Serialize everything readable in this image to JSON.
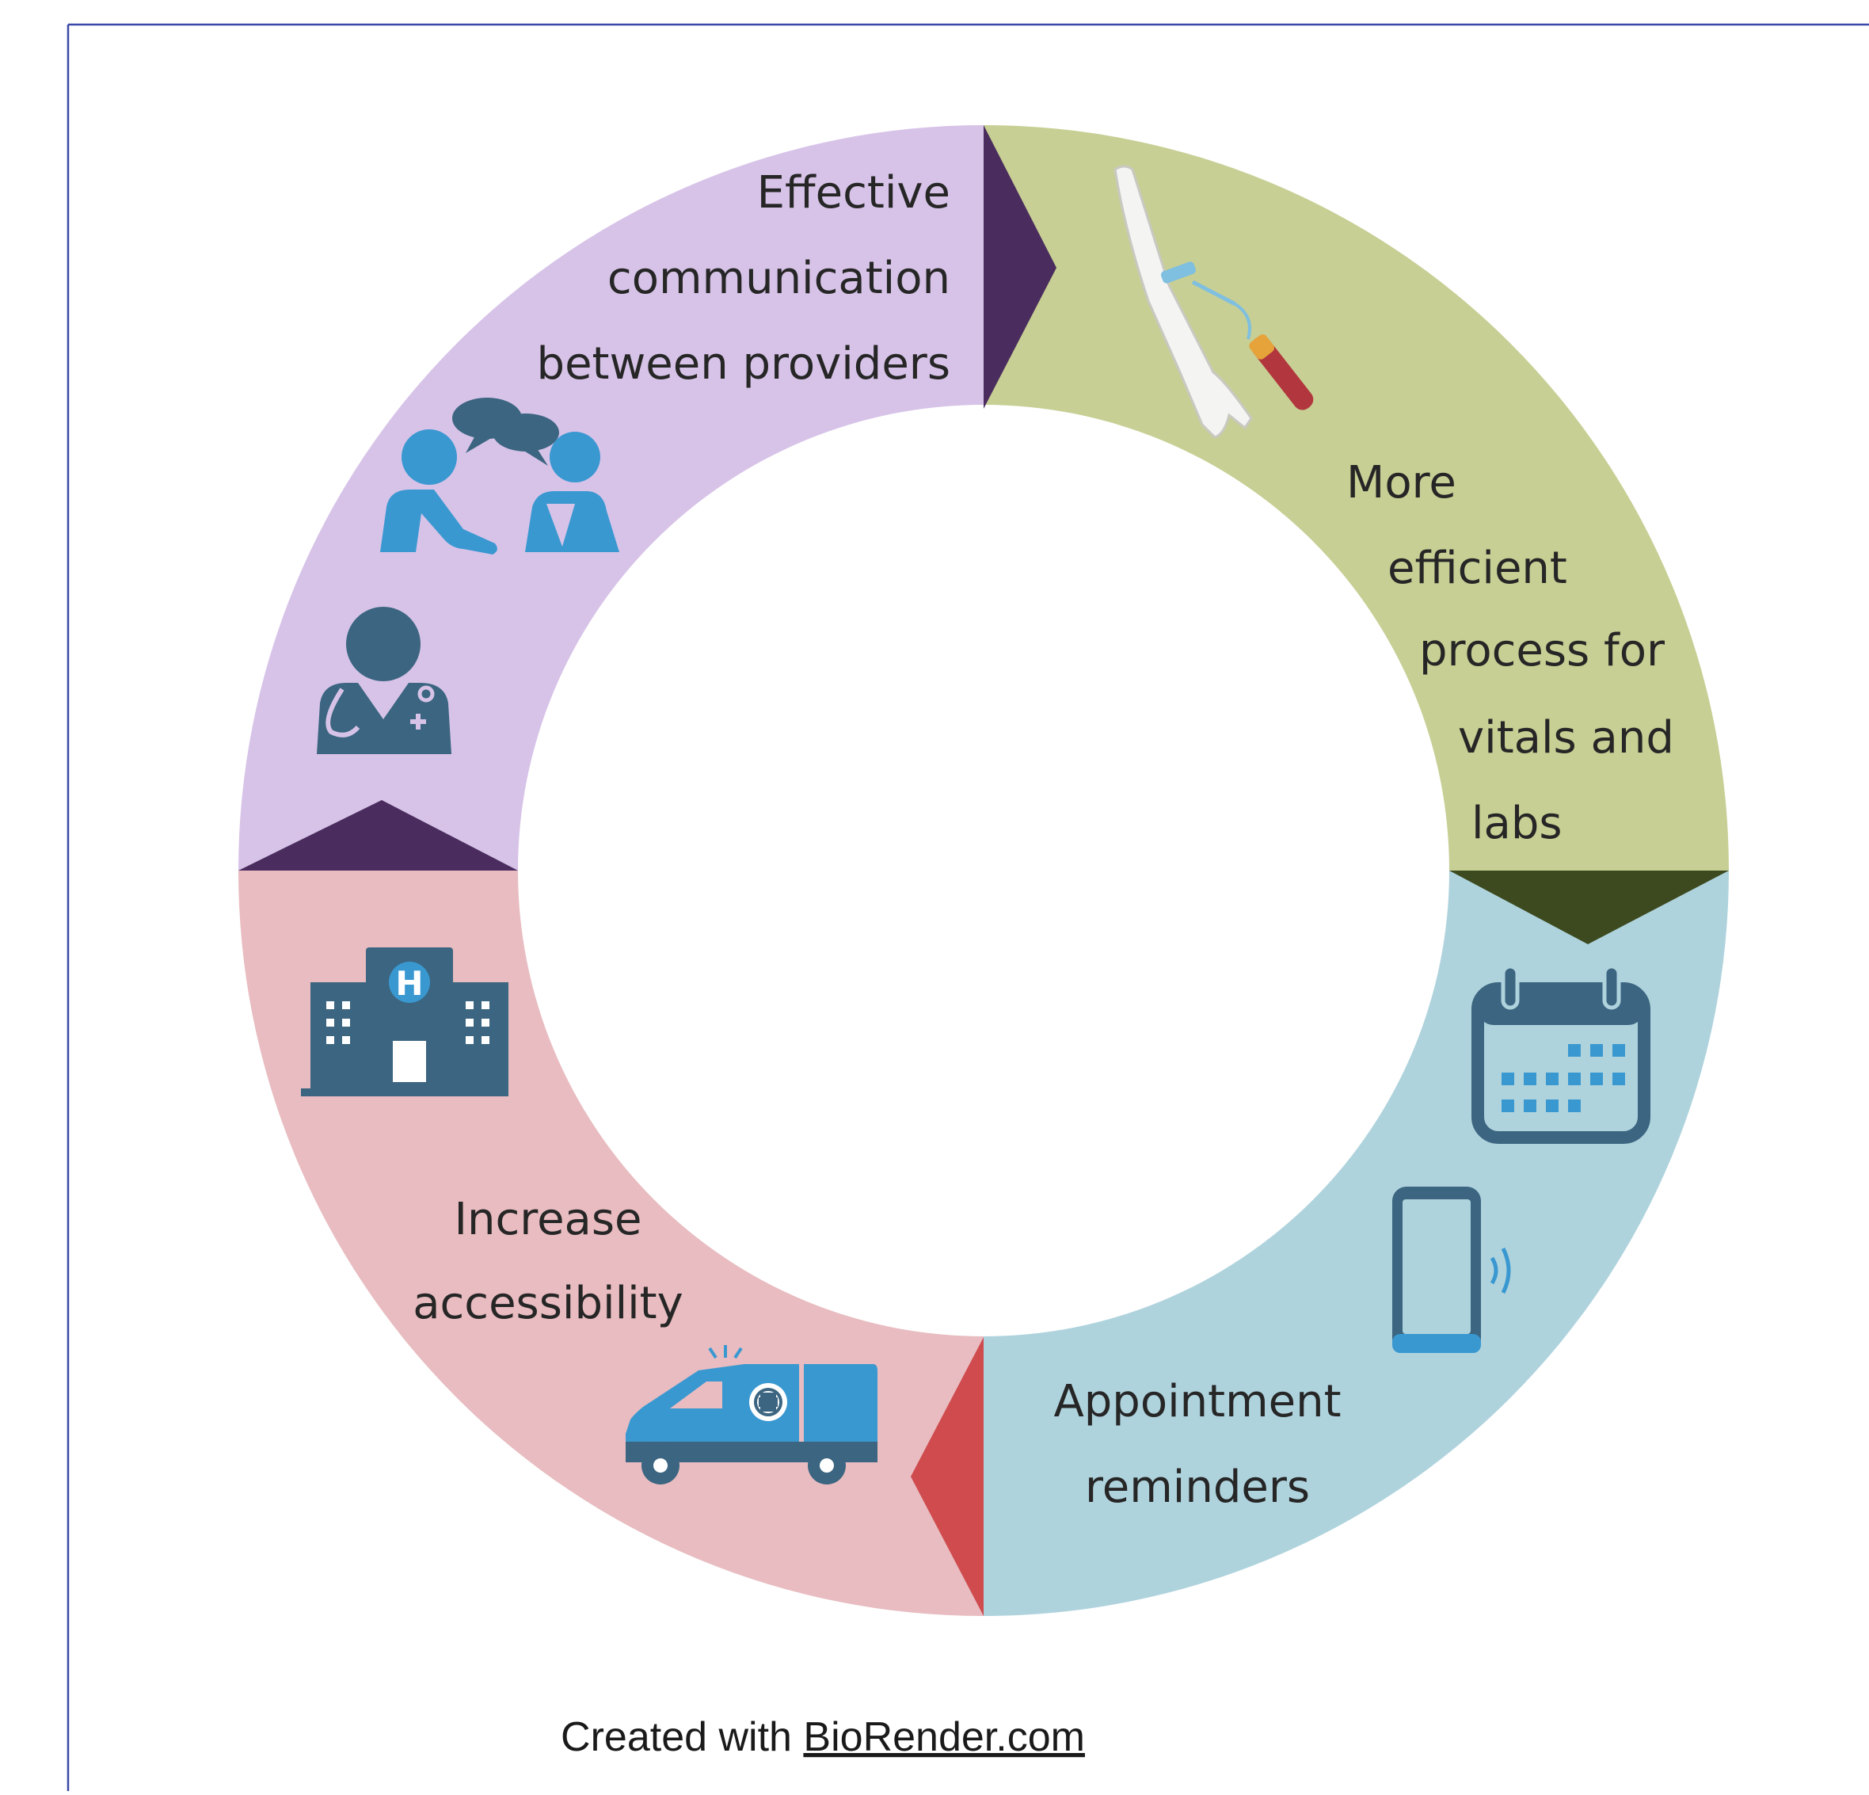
{
  "segments": [
    {
      "id": "communication",
      "lines": [
        "Effective",
        "communication",
        "between providers"
      ],
      "color": "#d7c3e8",
      "arrow_color": "#4a2d5e",
      "icons": [
        "people-conversation-icon",
        "doctor-icon"
      ]
    },
    {
      "id": "vitals-labs",
      "lines": [
        "More",
        "efficient",
        "process for",
        "vitals and",
        "labs"
      ],
      "color": "#c7cf94",
      "arrow_color": "#3d4a1f",
      "icons": [
        "blood-draw-arm-icon"
      ]
    },
    {
      "id": "reminders",
      "lines": [
        "Appointment",
        "reminders"
      ],
      "color": "#afd3dd",
      "arrow_color": "#1f3d6b",
      "icons": [
        "calendar-icon",
        "smartphone-icon"
      ]
    },
    {
      "id": "accessibility",
      "lines": [
        "Increase",
        "accessibility"
      ],
      "color": "#e8bcc0",
      "arrow_color": "#cf4b4e",
      "icons": [
        "hospital-icon",
        "ambulance-icon"
      ]
    }
  ],
  "icon_colors": {
    "dark": "#3b6580",
    "light": "#3a98d1"
  },
  "frame_color": "#3b48a8",
  "footer": {
    "prefix": "Created with ",
    "link": "BioRender.com"
  }
}
